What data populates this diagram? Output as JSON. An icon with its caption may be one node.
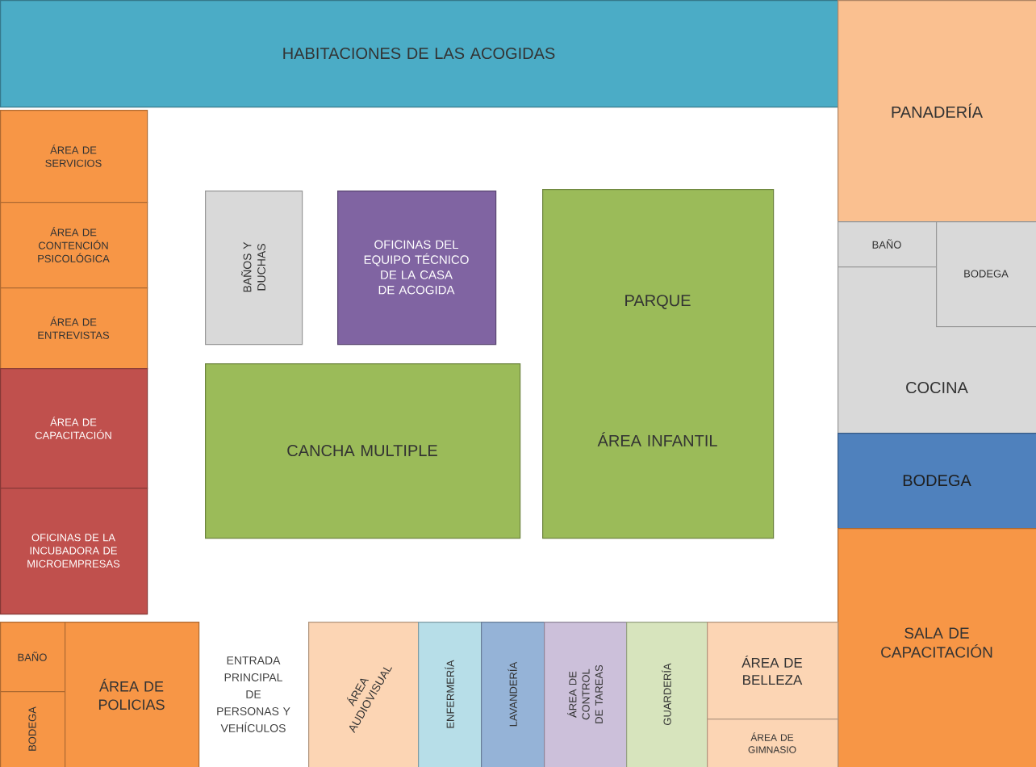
{
  "diagram": {
    "nodes": [
      {
        "text": [
          "HABITACIONES DE LAS ACOGIDAS"
        ]
      },
      {
        "text": [
          "PANADERÍA"
        ]
      },
      {
        "text": [
          "COCINA"
        ]
      },
      {
        "text": [
          "BAÑO"
        ],
        "in": 2
      },
      {
        "text": [
          "BODEGA"
        ],
        "in": 2
      },
      {
        "text": [
          "BODEGA"
        ]
      },
      {
        "text": [
          "SALA DE CAPACITACIÓN"
        ]
      },
      {
        "text": [
          "ÁREA DE SERVICIOS"
        ]
      },
      {
        "text": [
          "ÁREA DE CONTENCIÓN PSICOLÓGICA"
        ]
      },
      {
        "text": [
          "ÁREA DE ENTREVISTAS"
        ]
      },
      {
        "text": [
          "ÁREA DE CAPACITACIÓN"
        ]
      },
      {
        "text": [
          "OFICINAS DE LA INCUBADORA DE MICROEMPRESAS"
        ]
      },
      {
        "text": [
          "BAÑOS Y DUCHAS"
        ]
      },
      {
        "text": [
          "OFICINAS DEL EQUIPO TÉCNICO DE LA CASA DE ACOGIDA"
        ]
      },
      {
        "text": [
          "PARQUE",
          "ÁREA INFANTIL"
        ]
      },
      {
        "text": [
          "CANCHA MULTIPLE"
        ]
      },
      {
        "text": [
          "BAÑO"
        ]
      },
      {
        "text": [
          "BODEGA"
        ]
      },
      {
        "text": [
          "ÁREA DE POLICIAS"
        ]
      },
      {
        "text": [
          "ÁREA AUDIOVISUAL"
        ]
      },
      {
        "text": [
          "ENFERMERÍA"
        ]
      },
      {
        "text": [
          "LAVANDERÍA"
        ]
      },
      {
        "text": [
          "ÁREA DE CONTROL DE TAREAS"
        ]
      },
      {
        "text": [
          "GUARDERÍA"
        ]
      },
      {
        "text": [
          "ÁREA DE BELLEZA"
        ]
      },
      {
        "text": [
          "ÁREA DE GIMNASIO"
        ]
      }
    ],
    "labels": [
      "ENTRADA PRINCIPAL DE PERSONAS Y VEHÍCULOS"
    ]
  }
}
